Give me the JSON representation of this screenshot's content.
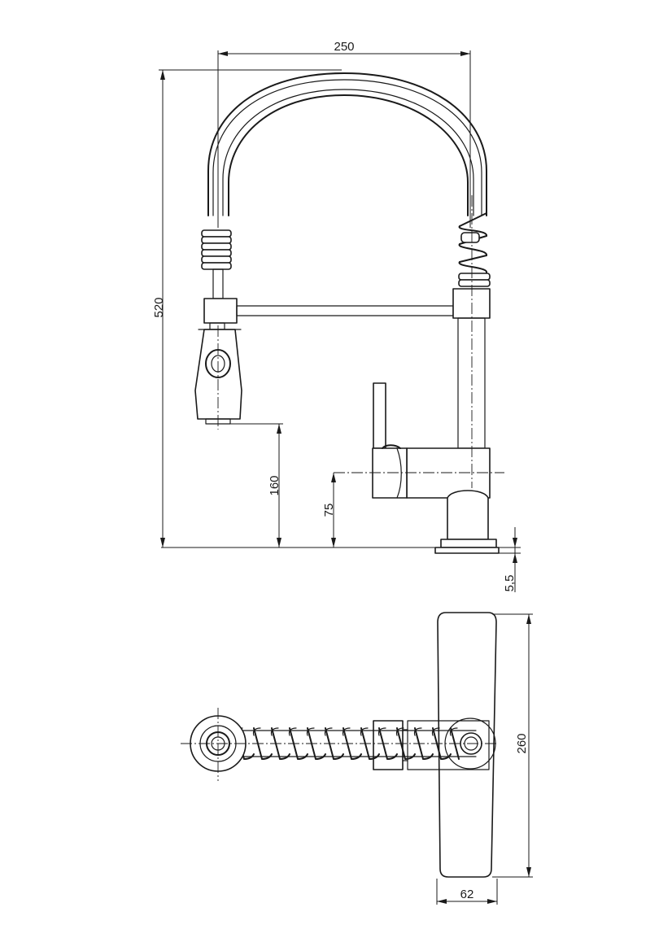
{
  "dimensions": {
    "width_top": "250",
    "height_total": "520",
    "spout_outlet_height": "160",
    "body_axis_height": "75",
    "base_thickness": "5,5",
    "lever_length": "260",
    "body_diameter": "62"
  },
  "views": [
    "front-elevation",
    "top-plan"
  ]
}
